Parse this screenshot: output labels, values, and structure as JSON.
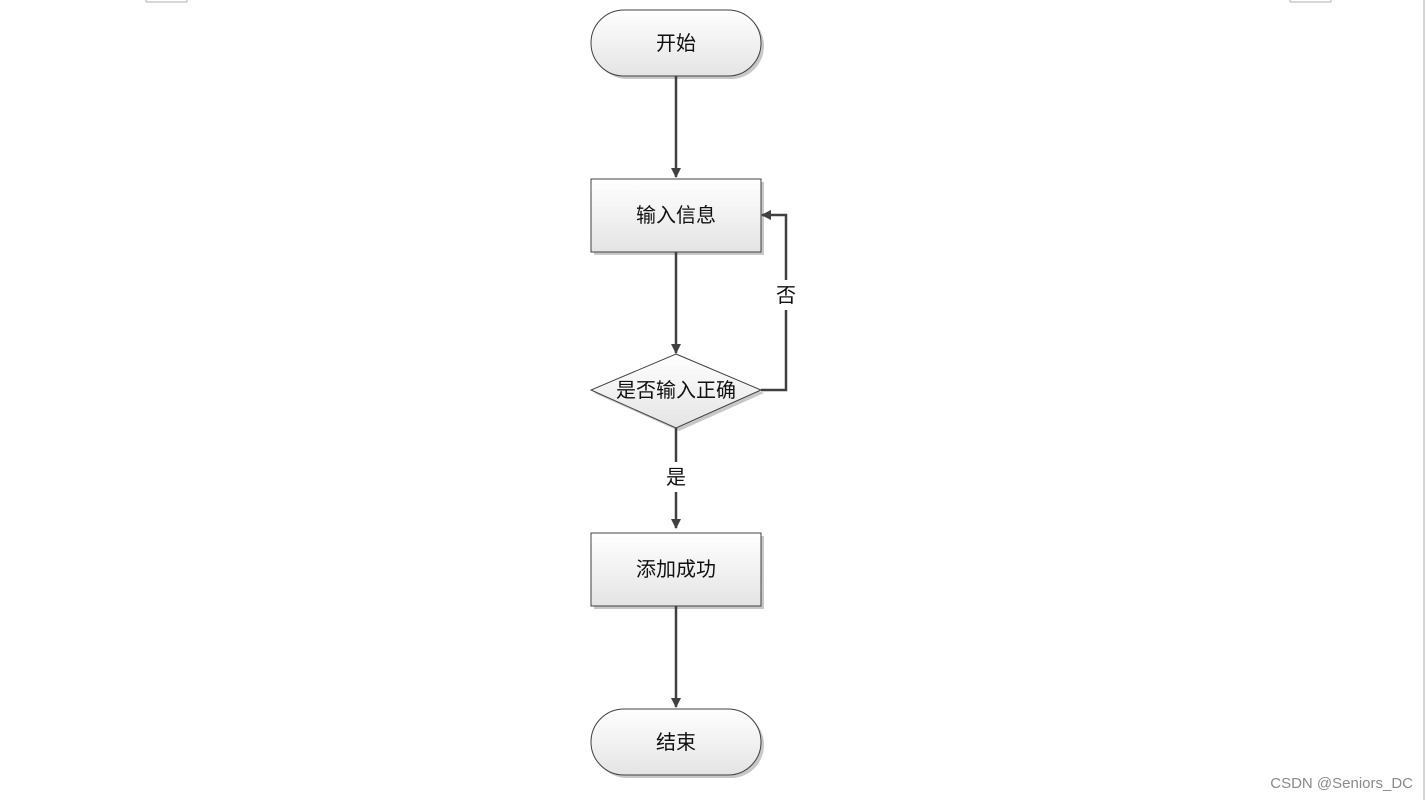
{
  "diagram": {
    "nodes": {
      "start": {
        "label": "开始",
        "shape": "terminal"
      },
      "input": {
        "label": "输入信息",
        "shape": "process"
      },
      "check": {
        "label": "是否输入正确",
        "shape": "decision"
      },
      "success": {
        "label": "添加成功",
        "shape": "process"
      },
      "end": {
        "label": "结束",
        "shape": "terminal"
      }
    },
    "edges": {
      "no_label": "否",
      "yes_label": "是"
    },
    "colors": {
      "node_fill_top": "#ffffff",
      "node_fill_bottom": "#e6e6e6",
      "stroke": "#404040",
      "shadow": "#c8c8c8"
    }
  },
  "watermark": "CSDN @Seniors_DC"
}
